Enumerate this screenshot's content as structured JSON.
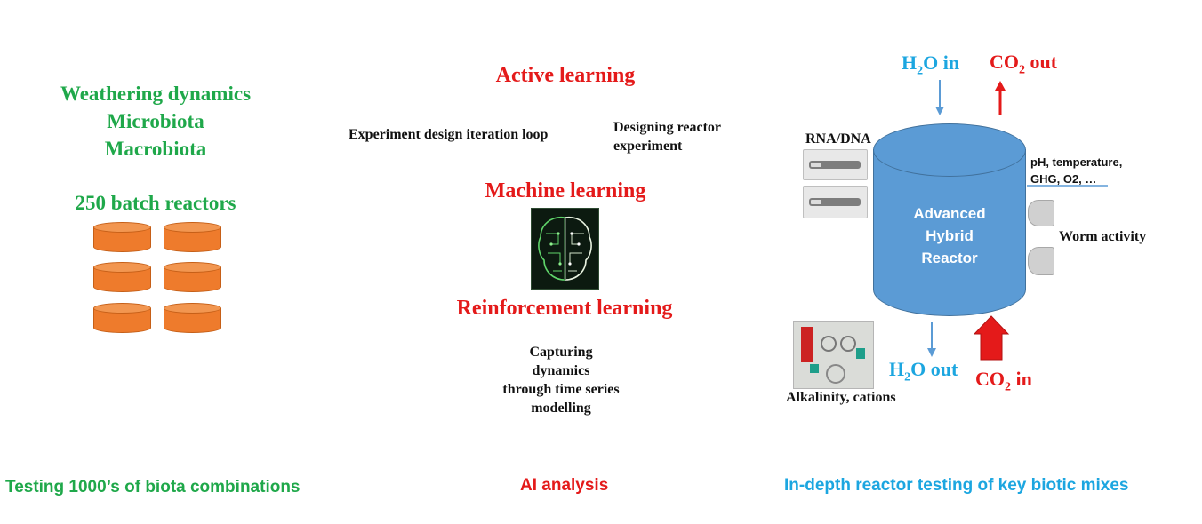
{
  "left": {
    "headings": [
      "Weathering dynamics",
      "Microbiota",
      "Macrobiota"
    ],
    "batch_title": "250 batch reactors",
    "footer": "Testing 1000’s of biota combinations"
  },
  "middle": {
    "active_learning": "Active learning",
    "loop_label": "Experiment design iteration loop",
    "designing_line1": "Designing reactor",
    "designing_line2": "experiment",
    "machine_learning": "Machine learning",
    "reinforcement_learning": "Reinforcement learning",
    "capturing": [
      "Capturing",
      "dynamics",
      "through time series",
      "modelling"
    ],
    "footer": "AI analysis"
  },
  "right": {
    "h2o_in": {
      "base": "H",
      "sub": "2",
      "rest": "O in"
    },
    "co2_out": {
      "base": "CO",
      "sub": "2",
      "rest": " out"
    },
    "h2o_out": {
      "base": "H",
      "sub": "2",
      "rest": "O out"
    },
    "co2_in": {
      "base": "CO",
      "sub": "2",
      "rest": " in"
    },
    "rna_dna": "RNA/DNA",
    "sensors_line1": "pH, temperature,",
    "sensors_line2": "GHG, O2, …",
    "worm_activity": "Worm activity",
    "reactor_label": [
      "Advanced",
      "Hybrid",
      "Reactor"
    ],
    "alkalinity": "Alkalinity, cations",
    "footer": "In-depth reactor testing of key biotic mixes"
  },
  "colors": {
    "green": "#1fa84a",
    "red": "#e41a1a",
    "blue": "#1ca6e0",
    "orange": "#ee7b2c",
    "reactor_blue": "#5b9bd5",
    "arrow_blue": "#5b9bd5"
  }
}
